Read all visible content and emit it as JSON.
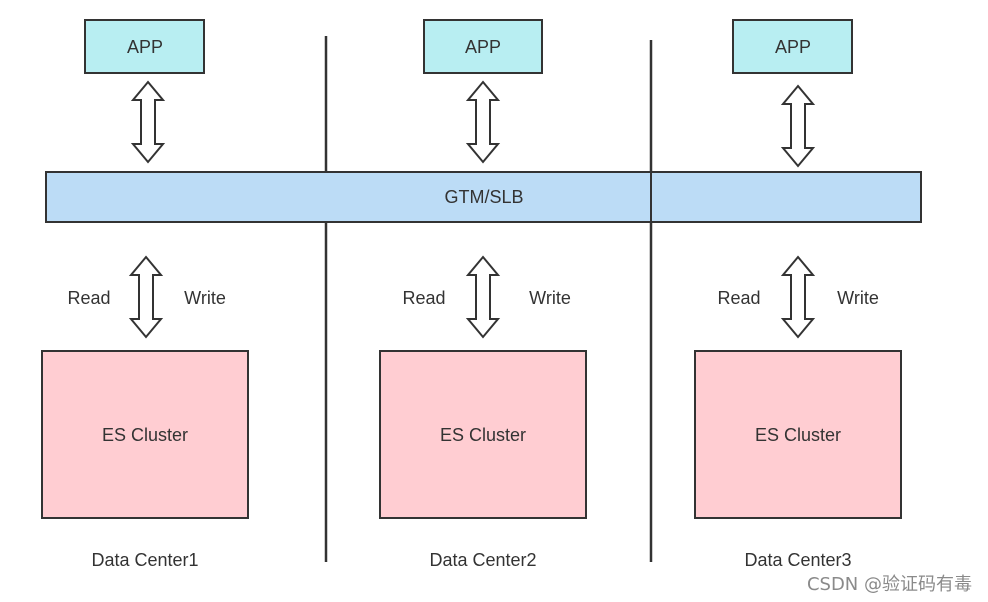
{
  "colors": {
    "app_fill": "#b8eef2",
    "gtm_fill": "#bcdcf6",
    "cluster_fill": "#ffcdd2",
    "stroke": "#333333",
    "arrow_fill": "#ffffff"
  },
  "gtm": {
    "label": "GTM/SLB"
  },
  "data_centers": [
    {
      "app_label": "APP",
      "read_label": "Read",
      "write_label": "Write",
      "cluster_label": "ES Cluster",
      "dc_label": "Data Center1"
    },
    {
      "app_label": "APP",
      "read_label": "Read",
      "write_label": "Write",
      "cluster_label": "ES Cluster",
      "dc_label": "Data Center2"
    },
    {
      "app_label": "APP",
      "read_label": "Read",
      "write_label": "Write",
      "cluster_label": "ES Cluster",
      "dc_label": "Data Center3"
    }
  ],
  "watermark": "CSDN @验证码有毒"
}
